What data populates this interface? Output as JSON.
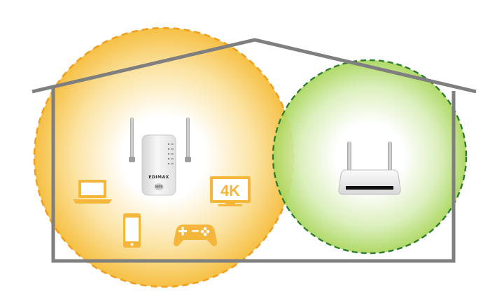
{
  "colors": {
    "house_outline": "#7f7f7f",
    "extender_zone_edge": "#f0a020",
    "extender_zone_fill": "#f6c044",
    "router_zone_edge": "#2e7d32",
    "router_zone_fill": "#a9d65a",
    "device_icon": "#f5b73b",
    "device_white": "#ffffff",
    "hardware_body": "#f2f2f2",
    "hardware_shade": "#d9d9d9",
    "antenna": "#bdbdbd",
    "router_slot": "#111111"
  },
  "extender": {
    "brand": "EDIMAX",
    "button_label": "WPS"
  },
  "devices": {
    "tv_badge": "4K",
    "laptop_icon": "laptop-icon",
    "phone_icon": "smartphone-icon",
    "gamepad_icon": "gamepad-icon",
    "tv_icon": "tv-4k-icon"
  },
  "router": {
    "icon": "wireless-router-icon"
  }
}
